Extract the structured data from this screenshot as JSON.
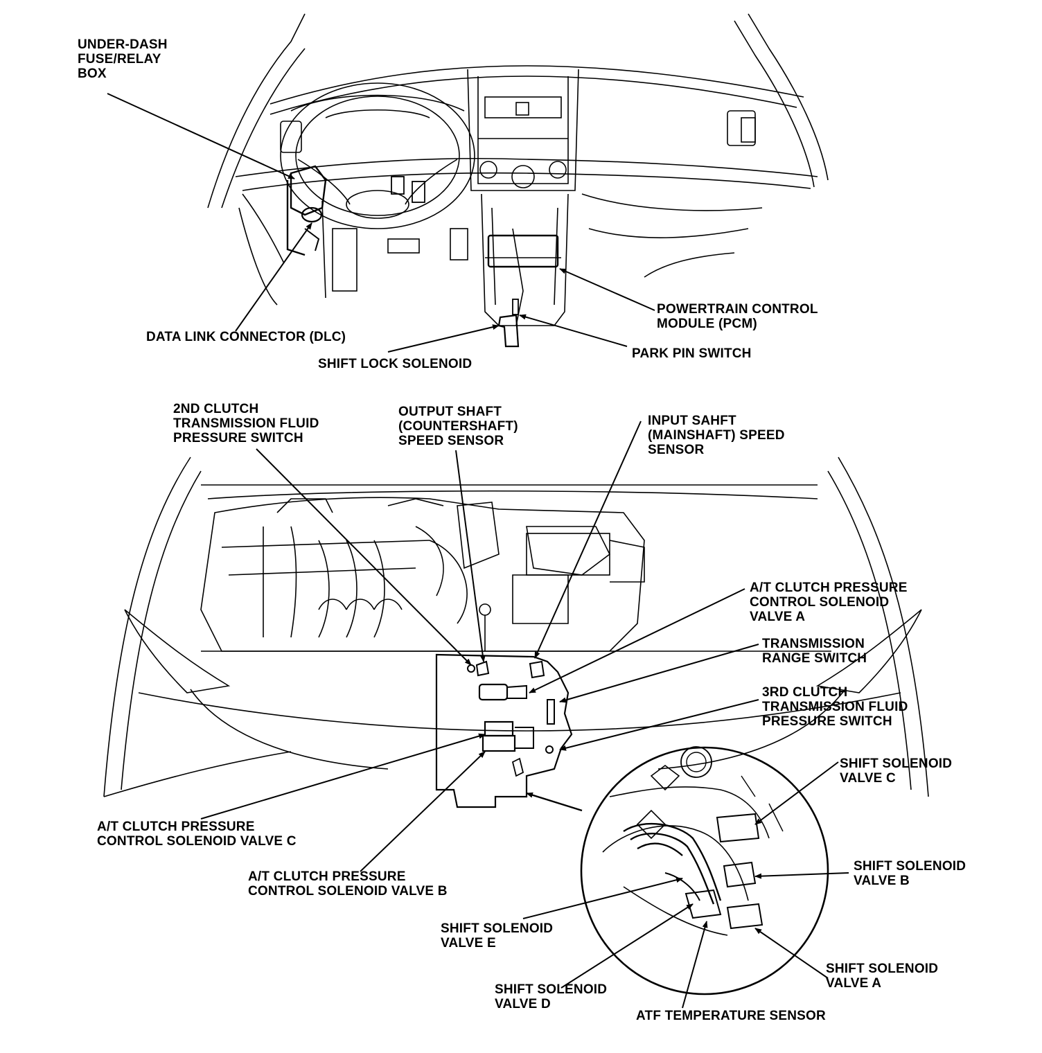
{
  "labels": {
    "under_dash_fuse_box": [
      "UNDER-DASH",
      "FUSE/RELAY",
      "BOX"
    ],
    "dlc": [
      "DATA LINK CONNECTOR (DLC)"
    ],
    "shift_lock_solenoid": [
      "SHIFT LOCK SOLENOID"
    ],
    "pcm": [
      "POWERTRAIN CONTROL",
      "MODULE (PCM)"
    ],
    "park_pin_switch": [
      "PARK PIN SWITCH"
    ],
    "second_clutch_switch": [
      "2ND CLUTCH",
      "TRANSMISSION FLUID",
      "PRESSURE SWITCH"
    ],
    "output_shaft_sensor": [
      "OUTPUT SHAFT",
      "(COUNTERSHAFT)",
      "SPEED SENSOR"
    ],
    "input_shaft_sensor": [
      "INPUT SAHFT",
      "(MAINSHAFT) SPEED",
      "SENSOR"
    ],
    "at_clutch_valve_a": [
      "A/T CLUTCH PRESSURE",
      "CONTROL SOLENOID",
      "VALVE A"
    ],
    "transmission_range_switch": [
      "TRANSMISSION",
      "RANGE SWITCH"
    ],
    "third_clutch_switch": [
      "3RD CLUTCH",
      "TRANSMISSION FLUID",
      "PRESSURE SWITCH"
    ],
    "at_clutch_valve_c": [
      "A/T CLUTCH PRESSURE",
      "CONTROL SOLENOID VALVE C"
    ],
    "at_clutch_valve_b": [
      "A/T CLUTCH PRESSURE",
      "CONTROL SOLENOID VALVE B"
    ],
    "shift_solenoid_c": [
      "SHIFT SOLENOID",
      "VALVE C"
    ],
    "shift_solenoid_b": [
      "SHIFT SOLENOID",
      "VALVE B"
    ],
    "shift_solenoid_e": [
      "SHIFT SOLENOID",
      "VALVE E"
    ],
    "shift_solenoid_a": [
      "SHIFT SOLENOID",
      "VALVE A"
    ],
    "shift_solenoid_d": [
      "SHIFT SOLENOID",
      "VALVE D"
    ],
    "atf_temp_sensor": [
      "ATF TEMPERATURE SENSOR"
    ]
  }
}
